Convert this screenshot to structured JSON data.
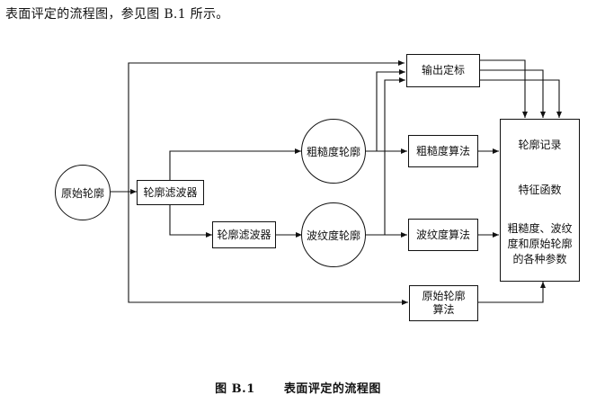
{
  "intro_text": "表面评定的流程图，参见图 B.1 所示。",
  "nodes": {
    "original_profile": "原始轮廓",
    "filter_1": "轮廓滤波器",
    "filter_2": "轮廓滤波器",
    "roughness_profile": "粗糙度轮廓",
    "waviness_profile": "波纹度轮廓",
    "output_calibration": "输出定标",
    "roughness_algorithm": "粗糙度算法",
    "waviness_algorithm": "波纹度算法",
    "original_profile_algorithm_line1": "原始轮廓",
    "original_profile_algorithm_line2": "算法"
  },
  "record_box": {
    "line1": "轮廓记录",
    "line2": "特征函数",
    "line3": "粗糙度、波纹",
    "line4": "度和原始轮廓",
    "line5": "的各种参数"
  },
  "caption": {
    "figure_number": "图 B.1",
    "title": "表面评定的流程图"
  }
}
